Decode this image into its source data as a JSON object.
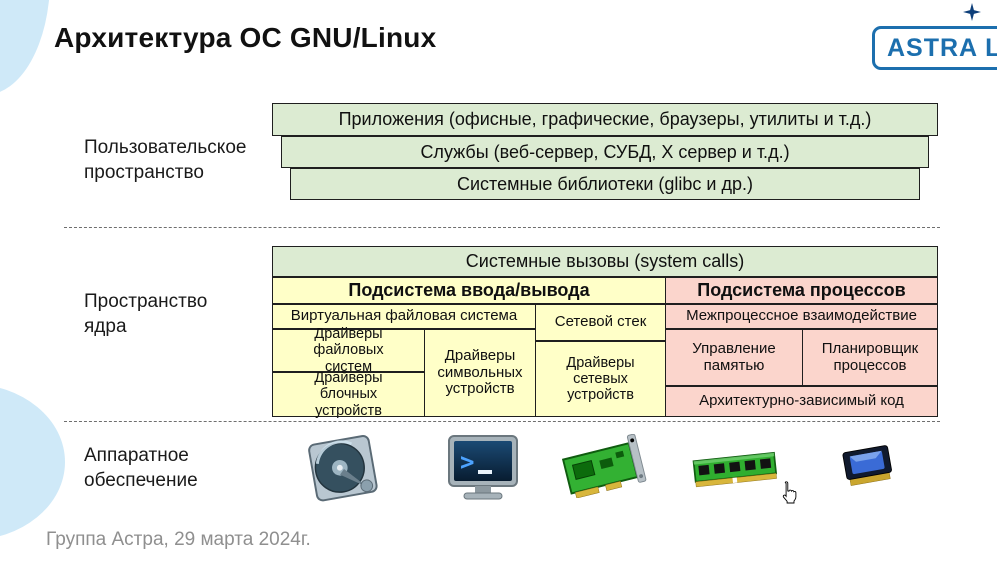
{
  "title": "Архитектура ОС GNU/Linux",
  "logo": {
    "text": "ASTRA LIN"
  },
  "footer": "Группа Астра, 29 марта 2024г.",
  "labels": {
    "user_space": "Пользовательское пространство",
    "kernel_space": "Пространство ядра",
    "hardware": "Аппаратное обеспечение"
  },
  "user_space": {
    "rows": [
      "Приложения (офисные, графические, браузеры, утилиты и т.д.)",
      "Службы (веб-сервер, СУБД, X сервер и т.д.)",
      "Системные библиотеки (glibc и др.)"
    ]
  },
  "kernel": {
    "syscalls": "Системные вызовы (system calls)",
    "io_subsystem": {
      "header": "Подсистема ввода/вывода",
      "vfs": "Виртуальная файловая система",
      "network_stack": "Сетевой стек",
      "fs_drivers": "Драйверы файловых систем",
      "char_drivers": "Драйверы символьных устройств",
      "block_drivers": "Драйверы блочных устройств",
      "net_drivers": "Драйверы сетевых устройств"
    },
    "process_subsystem": {
      "header": "Подсистема процессов",
      "ipc": "Межпроцессное взаимодействие",
      "memory": "Управление памятью",
      "scheduler": "Планировщик процессов",
      "arch_code": "Архитектурно-зависимый код"
    }
  },
  "hardware": {
    "icons": [
      "hdd",
      "terminal",
      "network-card",
      "ram-module",
      "cpu"
    ]
  },
  "colors": {
    "user_kernel_green": "#dcebd2",
    "io_yellow": "#ffffc8",
    "process_pink": "#fbd5cc",
    "logo_blue": "#1c6fae",
    "decor_blue": "#cfe9f8"
  }
}
